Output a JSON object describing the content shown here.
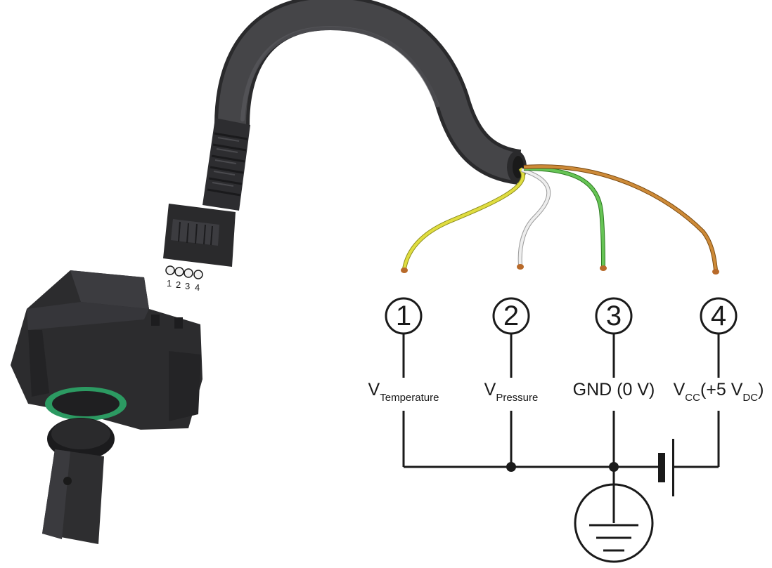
{
  "connector_pins": [
    "1",
    "2",
    "3",
    "4"
  ],
  "terminals": [
    {
      "number": "1",
      "main": "V",
      "sub": "Temperature",
      "suffix": ""
    },
    {
      "number": "2",
      "main": "V",
      "sub": "Pressure",
      "suffix": ""
    },
    {
      "number": "3",
      "main": "GND (0 V)",
      "sub": "",
      "suffix": ""
    },
    {
      "number": "4",
      "main": "V",
      "sub": "CC",
      "suffix": "(+5 V",
      "suffix_sub": "DC",
      "suffix_end": ")"
    }
  ],
  "wire_colors": {
    "yellow": "#d8d63a",
    "white": "#d8d8d8",
    "green": "#5bb84a",
    "brown": "#c07a2a",
    "cable": "#3a3a3c",
    "sensor_body": "#2f2f31",
    "o_ring": "#3a9e6a"
  },
  "symbols": [
    "battery-symbol",
    "ground-symbol"
  ]
}
